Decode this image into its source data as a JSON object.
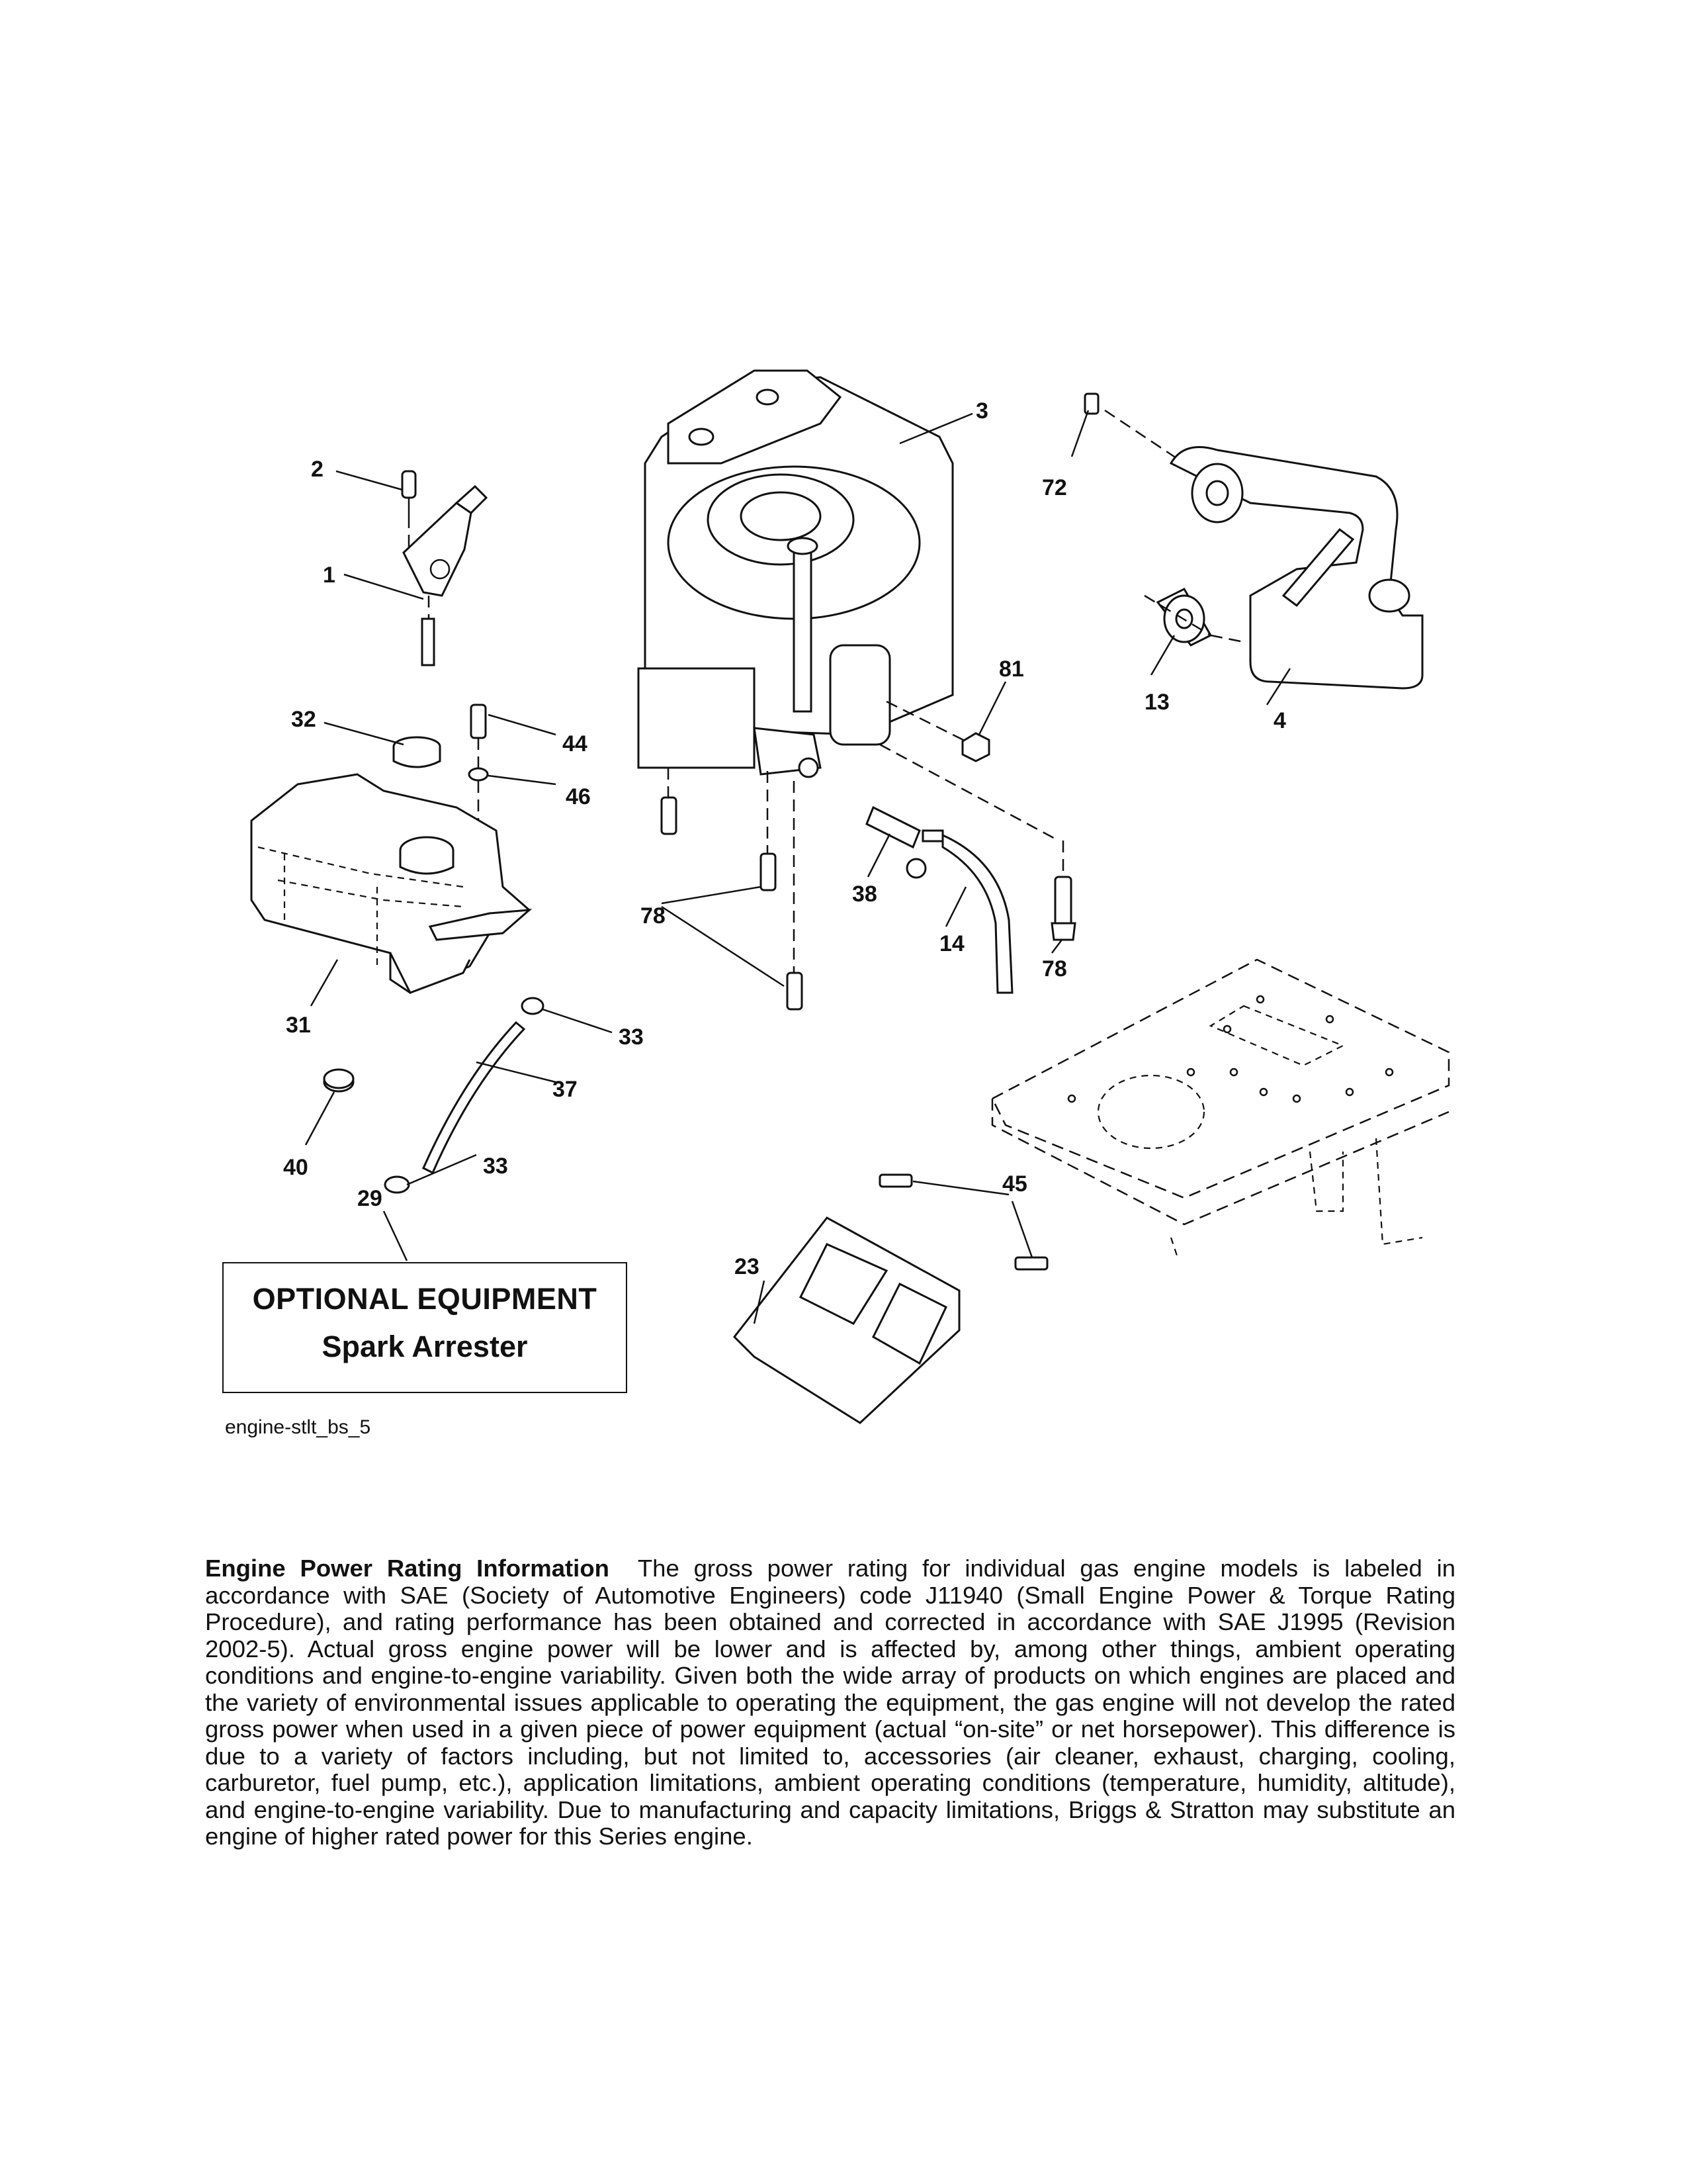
{
  "diagram": {
    "callouts": {
      "c1": "1",
      "c2": "2",
      "c3": "3",
      "c4": "4",
      "c13": "13",
      "c14": "14",
      "c23": "23",
      "c29": "29",
      "c31": "31",
      "c32": "32",
      "c33a": "33",
      "c33b": "33",
      "c37": "37",
      "c38": "38",
      "c40": "40",
      "c44": "44",
      "c45": "45",
      "c46": "46",
      "c72": "72",
      "c78a": "78",
      "c78b": "78",
      "c81": "81"
    },
    "optional_box": {
      "title": "OPTIONAL EQUIPMENT",
      "subtitle": "Spark Arrester"
    },
    "diagram_id": "engine-stlt_bs_5"
  },
  "power_info": {
    "heading": "Engine Power Rating Information",
    "body": "The gross power rating for individual gas engine models is labeled in accordance with SAE (Society of Automotive Engineers) code J11940 (Small Engine Power & Torque Rating Procedure), and rating performance has been obtained and corrected in accordance with SAE J1995 (Revision 2002-5). Actual gross engine power will be lower and is affected by, among other things, ambient operating conditions and engine-to-engine variability. Given both the wide array of products on which engines are placed and the variety of environmental issues applicable to operating the equipment, the gas engine will not develop the rated gross power when used in a given piece of power equipment (actual “on-site” or net horsepower). This difference is due to a variety of factors including, but not limited to, accessories (air cleaner, exhaust, charging, cooling, carburetor, fuel pump, etc.), application limitations, ambient operating conditions (temperature, humidity, altitude), and engine-to-engine variability. Due to manufacturing and capacity limitations, Briggs & Stratton may substitute an engine of higher rated power for this Series engine."
  }
}
